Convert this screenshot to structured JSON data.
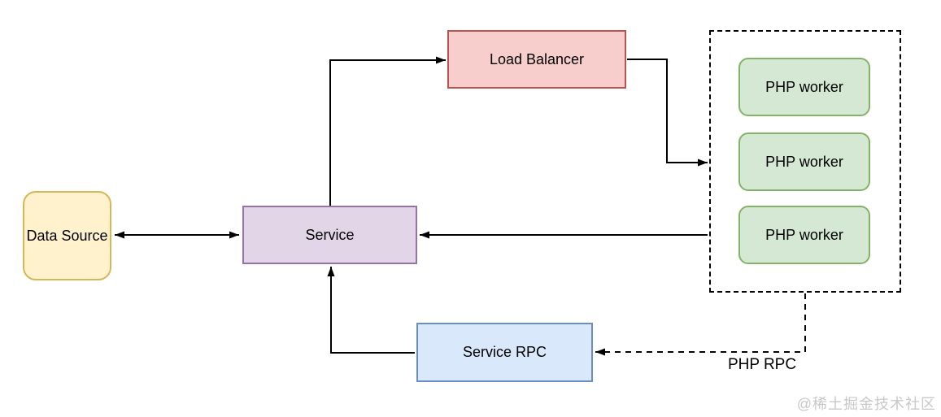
{
  "diagram": {
    "nodes": {
      "data_source": {
        "label": "Data Source",
        "fill": "#fff2cc",
        "stroke": "#d6b656",
        "shape": "rounded-rect"
      },
      "service": {
        "label": "Service",
        "fill": "#e1d5e7",
        "stroke": "#9673a6",
        "shape": "rect"
      },
      "load_balancer": {
        "label": "Load Balancer",
        "fill": "#f8cecc",
        "stroke": "#b85450",
        "shape": "rect"
      },
      "service_rpc": {
        "label": "Service RPC",
        "fill": "#dae8fc",
        "stroke": "#6c8ebf",
        "shape": "rect"
      },
      "php_worker_group": {
        "border_style": "dashed",
        "fill": "#d5e8d4",
        "stroke": "#82b366",
        "workers": [
          {
            "label": "PHP worker"
          },
          {
            "label": "PHP worker"
          },
          {
            "label": "PHP worker"
          }
        ]
      }
    },
    "edges": [
      {
        "from": "data_source",
        "to": "service",
        "style": "solid",
        "direction": "bidirectional",
        "label": ""
      },
      {
        "from": "service",
        "to": "load_balancer",
        "style": "solid",
        "direction": "forward",
        "label": ""
      },
      {
        "from": "load_balancer",
        "to": "php_worker_group",
        "style": "solid",
        "direction": "forward",
        "label": ""
      },
      {
        "from": "php_worker_group",
        "to": "service",
        "style": "solid",
        "direction": "forward",
        "label": ""
      },
      {
        "from": "service_rpc",
        "to": "service",
        "style": "solid",
        "direction": "forward",
        "label": ""
      },
      {
        "from": "php_worker_group",
        "to": "service_rpc",
        "style": "dashed",
        "direction": "forward",
        "label": "PHP RPC"
      }
    ],
    "line_color": "#000000",
    "watermark": {
      "text": "@稀土掘金技术社区",
      "color": "#c8c8c8"
    }
  }
}
